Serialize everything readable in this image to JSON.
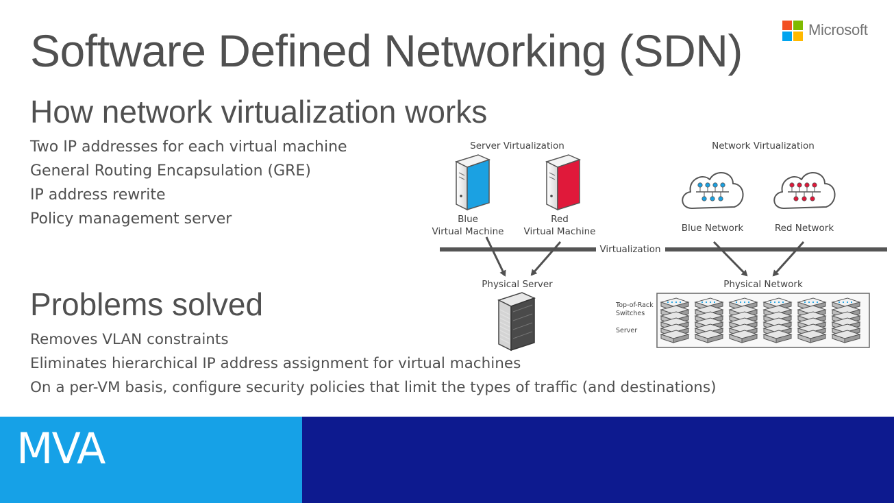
{
  "logo": {
    "text": "Microsoft",
    "colors": [
      "#f25022",
      "#7fba00",
      "#00a4ef",
      "#ffb900"
    ]
  },
  "title": "Software Defined Networking (SDN)",
  "section1": {
    "heading": "How network virtualization works",
    "bullets": [
      "Two IP addresses for each virtual machine",
      "General Routing Encapsulation (GRE)",
      "IP address rewrite",
      "Policy management server"
    ]
  },
  "section2": {
    "heading": "Problems solved",
    "bullets": [
      "Removes VLAN constraints",
      "Eliminates hierarchical IP address assignment for virtual machines",
      "On a per-VM basis, configure security policies that limit the types of traffic (and destinations)"
    ]
  },
  "diagram": {
    "server_virtualization": "Server Virtualization",
    "network_virtualization": "Network Virtualization",
    "blue_vm_line1": "Blue",
    "blue_vm_line2": "Virtual Machine",
    "red_vm_line1": "Red",
    "red_vm_line2": "Virtual Machine",
    "blue_network": "Blue Network",
    "red_network": "Red Network",
    "virtualization": "Virtualization",
    "physical_server": "Physical Server",
    "physical_network": "Physical Network",
    "tor_line1": "Top-of-Rack",
    "tor_line2": "Switches",
    "server": "Server",
    "colors": {
      "blue": "#1ba1e2",
      "red": "#e0193a",
      "gray": "#666666"
    }
  },
  "footer": {
    "brand": "MVA",
    "left_color": "#16a1e7",
    "right_color": "#0d1a8f"
  }
}
